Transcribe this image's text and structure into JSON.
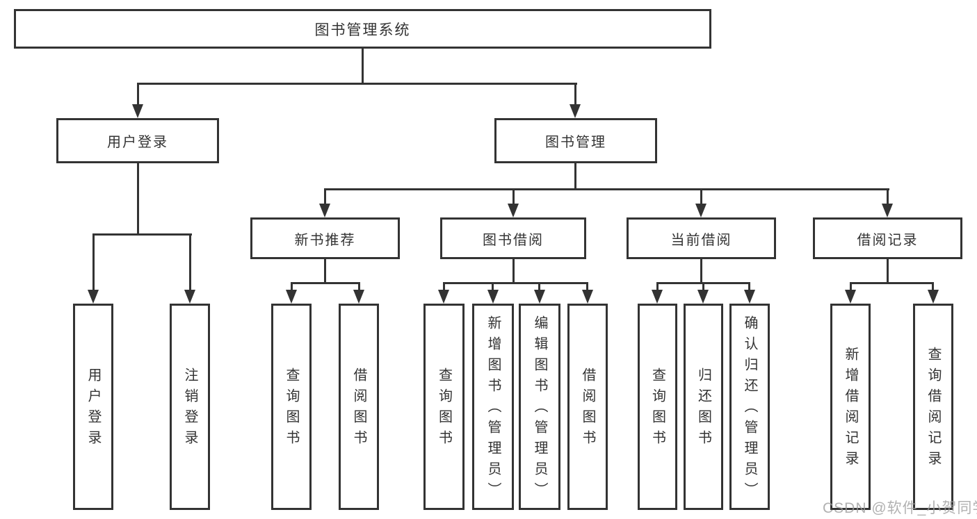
{
  "nodes": {
    "root": {
      "label": "图书管理系统"
    },
    "user_login": {
      "label": "用户登录"
    },
    "book_management": {
      "label": "图书管理"
    },
    "new_book_recommend": {
      "label": "新书推荐"
    },
    "book_borrow": {
      "label": "图书借阅"
    },
    "current_borrow": {
      "label": "当前借阅"
    },
    "borrow_records": {
      "label": "借阅记录"
    },
    "leaves": {
      "user_login_leaf": "用户登录",
      "logout": "注销登录",
      "query_books_recommend": "查询图书",
      "borrow_books_recommend": "借阅图书",
      "query_books_borrow": "查询图书",
      "add_books_admin": "新增图书（管理员）",
      "edit_books_admin": "编辑图书（管理员）",
      "borrow_books_leaf": "借阅图书",
      "query_books_current": "查询图书",
      "return_books": "归还图书",
      "confirm_return_admin": "确认归还（管理员）",
      "add_borrow_record": "新增借阅记录",
      "query_borrow_record": "查询借阅记录"
    }
  },
  "hierarchy": {
    "图书管理系统": {
      "用户登录": [
        "用户登录",
        "注销登录"
      ],
      "图书管理": {
        "新书推荐": [
          "查询图书",
          "借阅图书"
        ],
        "图书借阅": [
          "查询图书",
          "新增图书（管理员）",
          "编辑图书（管理员）",
          "借阅图书"
        ],
        "当前借阅": [
          "查询图书",
          "归还图书",
          "确认归还（管理员）"
        ],
        "借阅记录": [
          "新增借阅记录",
          "查询借阅记录"
        ]
      }
    }
  },
  "watermark": {
    "text": "CSDN @软件_小贺同学"
  },
  "colors": {
    "line": "#333333",
    "background": "#ffffff",
    "watermark": "#9e9e9e"
  }
}
